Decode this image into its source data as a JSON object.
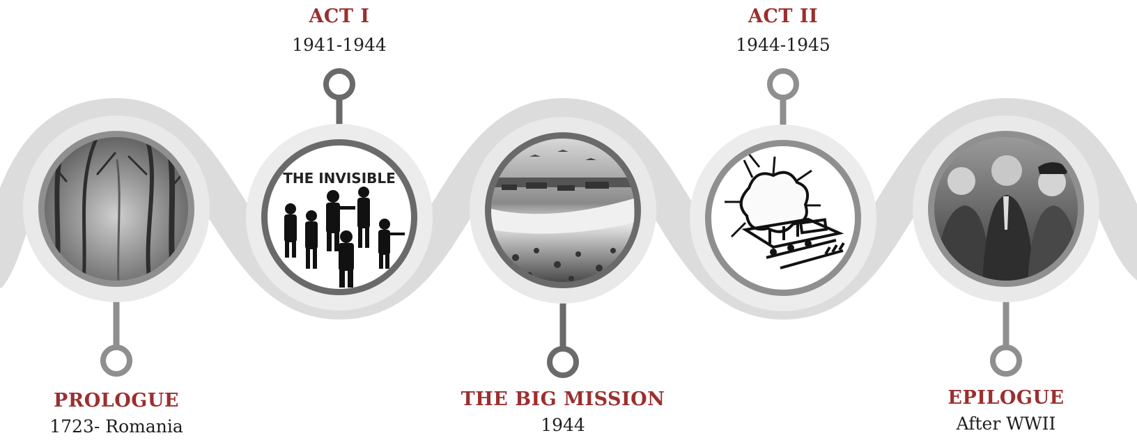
{
  "colors": {
    "wave": "#dcdcdc",
    "ring_outer": "#e9e9e9",
    "ring_mid": "#8f8f8f",
    "ring_dark": "#6a6a6a",
    "title": "#9b2f2f",
    "subtitle": "#1e1e1e"
  },
  "milestones": [
    {
      "title": "PROLOGUE",
      "subtitle": "1723- Romania",
      "image": "misty-forest",
      "connector": "below"
    },
    {
      "title": "ACT I",
      "subtitle": "1941-1944",
      "image": "soldier-silhouettes",
      "image_text": "THE INVISIBLE",
      "connector": "above"
    },
    {
      "title": "THE BIG MISSION",
      "subtitle": "1944",
      "image": "beach-landing",
      "connector": "below"
    },
    {
      "title": "ACT II",
      "subtitle": "1944-1945",
      "image": "train-explosion",
      "connector": "above"
    },
    {
      "title": "EPILOGUE",
      "subtitle": "After WWII",
      "image": "celebrating-crowd",
      "connector": "below"
    }
  ]
}
